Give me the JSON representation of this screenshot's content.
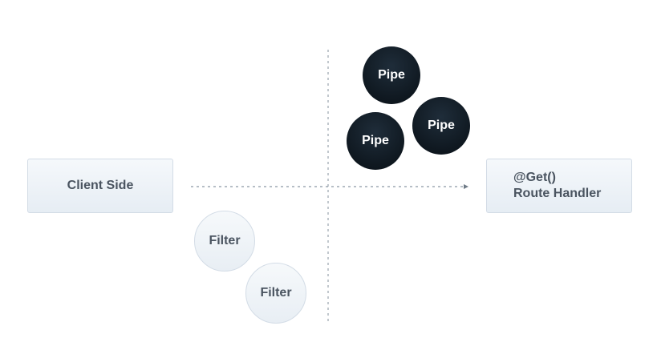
{
  "client": {
    "label": "Client Side"
  },
  "handler": {
    "line1": "@Get()",
    "line2": "Route Handler"
  },
  "pipes": [
    {
      "label": "Pipe"
    },
    {
      "label": "Pipe"
    },
    {
      "label": "Pipe"
    }
  ],
  "filters": [
    {
      "label": "Filter"
    },
    {
      "label": "Filter"
    }
  ],
  "colors": {
    "pipe_fill": "#0f1820",
    "filter_fill": "#eef2f6",
    "box_border": "#d3dce6",
    "line": "#8a96a3"
  }
}
